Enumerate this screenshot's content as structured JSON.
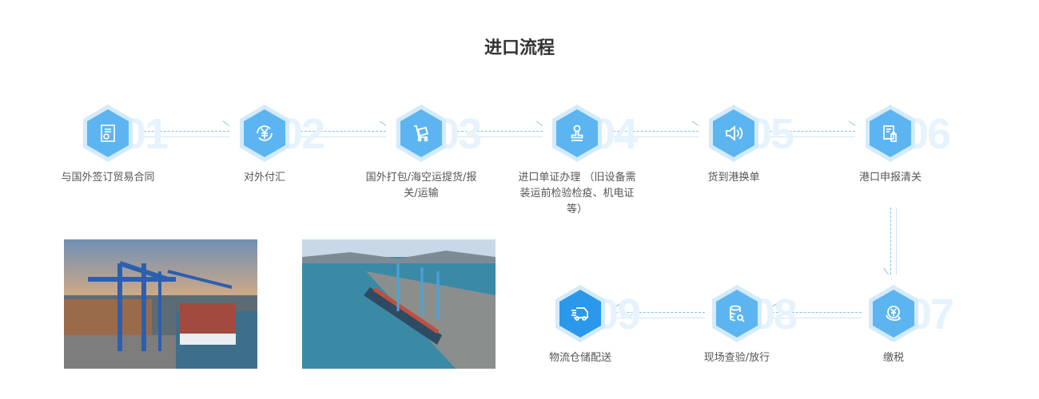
{
  "title": "进口流程",
  "steps": [
    {
      "num": "01",
      "label": "与国外签订贸易合同",
      "icon": "contract-icon"
    },
    {
      "num": "02",
      "label": "对外付汇",
      "icon": "yuan-exchange-icon"
    },
    {
      "num": "03",
      "label": "国外打包/海空运提货/报关/运输",
      "icon": "cart-icon"
    },
    {
      "num": "04",
      "label": "进口单证办理 （旧设备需装运前检验检疫、机电证等）",
      "icon": "stamp-icon"
    },
    {
      "num": "05",
      "label": "货到港换单",
      "icon": "speaker-icon"
    },
    {
      "num": "06",
      "label": "港口申报清关",
      "icon": "hand-document-icon"
    },
    {
      "num": "07",
      "label": "缴税",
      "icon": "tax-yuan-icon"
    },
    {
      "num": "08",
      "label": "现场查验/放行",
      "icon": "database-search-icon"
    },
    {
      "num": "09",
      "label": "物流仓储配送",
      "icon": "truck-icon"
    }
  ],
  "colors": {
    "hex": "#5cb5f1",
    "hex_active": "#2b98ec",
    "hex_halo": "#d4ebfb",
    "number": "#e6f3fc"
  }
}
